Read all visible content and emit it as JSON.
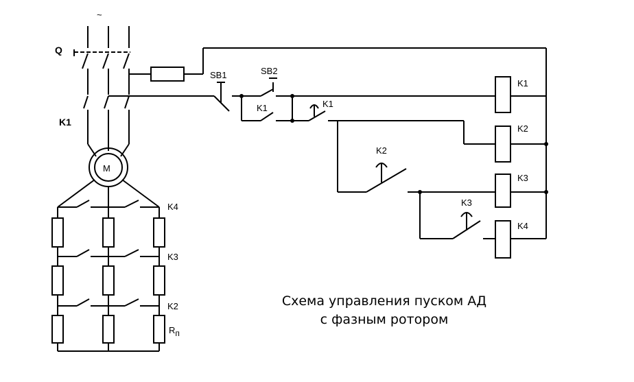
{
  "supply_symbol": "~",
  "labels": {
    "Q": "Q",
    "K1_power": "K1",
    "motor": "M",
    "SB1": "SB1",
    "SB2": "SB2",
    "K1_hold": "K1",
    "K1_timer": "K1",
    "K2_timer": "K2",
    "K3_timer": "K3",
    "coil_K1": "K1",
    "coil_K2": "K2",
    "coil_K3": "K3",
    "coil_K4": "K4",
    "rotor_K4": "K4",
    "rotor_K3": "K3",
    "rotor_K2": "K2",
    "Rp_main": "R",
    "Rp_sub": "п"
  },
  "caption": {
    "line1": "Схема управления пуском АД",
    "line2": "с фазным ротором"
  }
}
